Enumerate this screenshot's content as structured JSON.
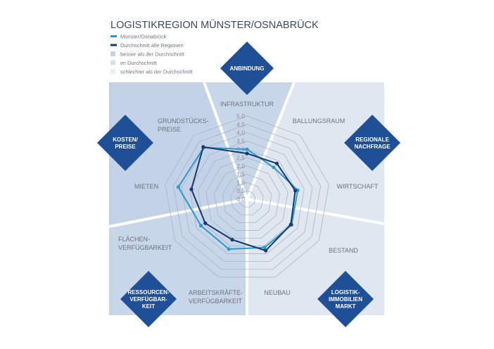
{
  "title": "LOGISTIKREGION MÜNSTER/OSNABRÜCK",
  "legend": [
    {
      "label": "Münster/Osnabrück",
      "color": "#2a9ad0",
      "kind": "line"
    },
    {
      "label": "Durchschnitt alle Regionen",
      "color": "#163a6e",
      "kind": "line"
    },
    {
      "label": "besser als der Durchschnitt",
      "color": "#c3d2e6",
      "kind": "box"
    },
    {
      "label": "im Durchschnitt",
      "color": "#d6e0ee",
      "kind": "box"
    },
    {
      "label": "schlechter als der Durchschnitt",
      "color": "#e8eef6",
      "kind": "box"
    }
  ],
  "categories_groups": [
    {
      "lines": [
        "ANBINDUNG"
      ]
    },
    {
      "lines": [
        "KOSTEN/",
        "PREISE"
      ]
    },
    {
      "lines": [
        "REGIONALE",
        "NACHFRAGE"
      ]
    },
    {
      "lines": [
        "RESSOURCEN-",
        "VERFÜGBAR-",
        "KEIT"
      ]
    },
    {
      "lines": [
        "LOGISTIK-",
        "IMMOBILIEN",
        "MARKT"
      ]
    }
  ],
  "colors": {
    "diamond": "#1f4f97",
    "label": "#6b7580",
    "grid": "#a9afb8"
  },
  "chart_data": {
    "type": "radar",
    "title": "LOGISTIKREGION MÜNSTER/OSNABRÜCK",
    "axes": [
      {
        "lines": [
          "INFRASTRUKTUR"
        ]
      },
      {
        "lines": [
          "BALLUNGSRAUM"
        ]
      },
      {
        "lines": [
          "WIRTSCHAFT"
        ]
      },
      {
        "lines": [
          "BESTAND"
        ]
      },
      {
        "lines": [
          "NEUBAU"
        ]
      },
      {
        "lines": [
          "ARBEITSKRÄFTE-",
          "VERFÜGBARKEIT"
        ]
      },
      {
        "lines": [
          "FLÄCHEN-",
          "VERFÜGBARKEIT"
        ]
      },
      {
        "lines": [
          "MIETEN"
        ]
      },
      {
        "lines": [
          "GRUNDSTÜCKS-",
          "PREISE"
        ]
      }
    ],
    "rlim": [
      0,
      5
    ],
    "ticks": [
      "0,0",
      "0,5",
      "1,0",
      "1,5",
      "2,0",
      "2,5",
      "3,0",
      "3,5",
      "4,0",
      "4,5",
      "5,0"
    ],
    "series": [
      {
        "name": "Münster/Osnabrück",
        "color": "#2a9ad0",
        "values": [
          3.0,
          2.5,
          3.1,
          3.1,
          3.1,
          3.2,
          3.2,
          4.2,
          4.05
        ]
      },
      {
        "name": "Durchschnitt alle Regionen",
        "color": "#163a6e",
        "values": [
          2.75,
          2.8,
          2.95,
          3.05,
          3.3,
          2.6,
          2.9,
          3.4,
          4.1
        ]
      }
    ]
  }
}
